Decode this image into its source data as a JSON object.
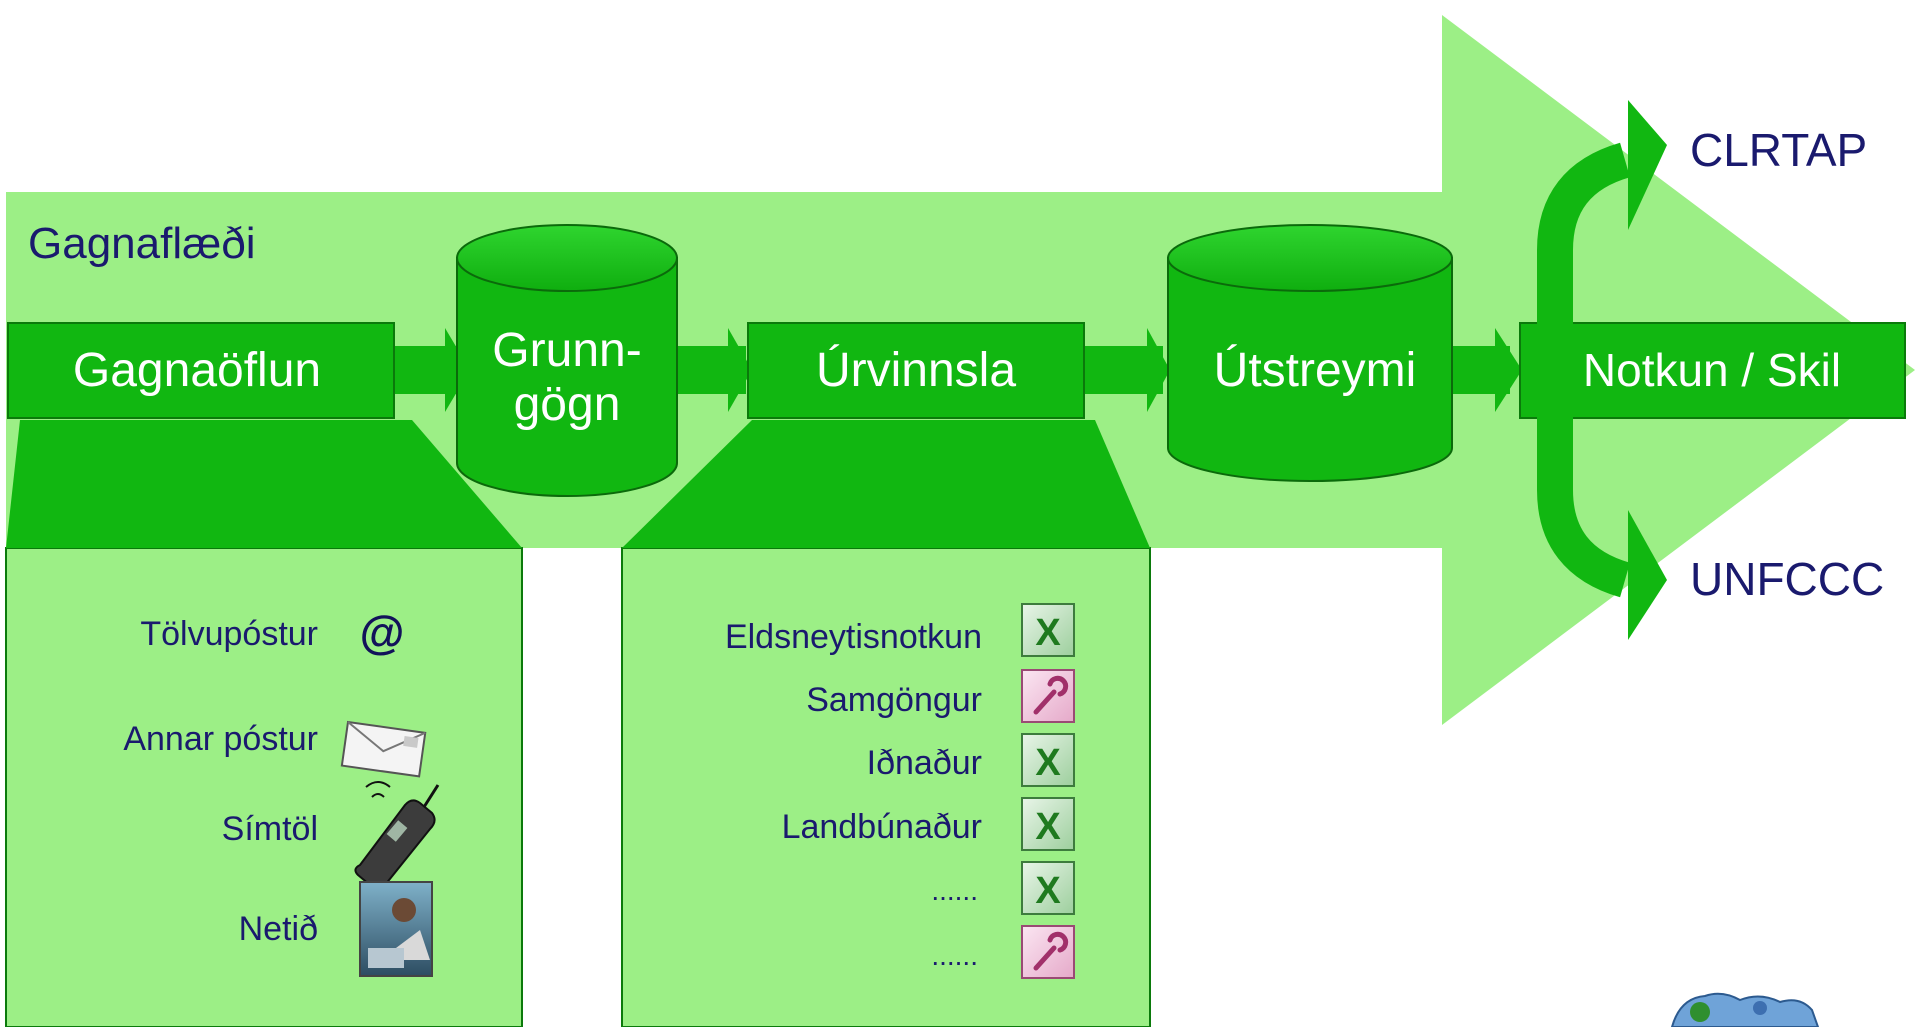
{
  "title": "Gagnaflæði",
  "stages": {
    "gagnaoflun": "Gagnaöflun",
    "grunngogn_line1": "Grunn-",
    "grunngogn_line2": "gögn",
    "urvinnsla": "Úrvinnsla",
    "utstreymi": "Útstreymi",
    "notkun": "Notkun / Skil"
  },
  "outputs": {
    "top": "CLRTAP",
    "bottom": "UNFCCC"
  },
  "collection_methods": [
    {
      "label": "Tölvupóstur",
      "icon": "at-sign-icon"
    },
    {
      "label": "Annar póstur",
      "icon": "envelope-icon"
    },
    {
      "label": "Símtöl",
      "icon": "mobile-phone-icon"
    },
    {
      "label": "Netið",
      "icon": "person-at-computer-icon"
    }
  ],
  "processing_sources": [
    {
      "label": "Eldsneytisnotkun",
      "icon": "excel-file-icon"
    },
    {
      "label": "Samgöngur",
      "icon": "access-file-icon"
    },
    {
      "label": "Iðnaður",
      "icon": "excel-file-icon"
    },
    {
      "label": "Landbúnaður",
      "icon": "excel-file-icon"
    },
    {
      "label": "......",
      "icon": "excel-file-icon"
    },
    {
      "label": "......",
      "icon": "access-file-icon"
    }
  ],
  "colors": {
    "light_green": "#9cef86",
    "dark_green": "#11b711",
    "box_border": "#0b7a0b",
    "navy_text": "#1a1a6e",
    "white_text": "#ffffff"
  }
}
